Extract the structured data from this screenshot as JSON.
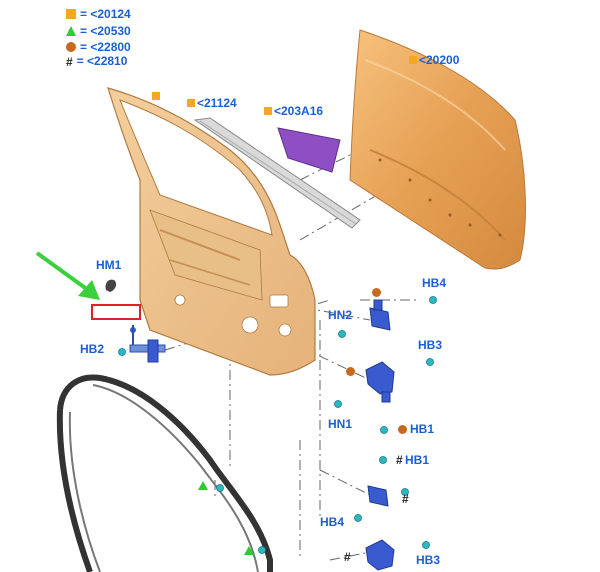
{
  "legend": [
    {
      "symbol": "square",
      "text": "= <20124",
      "color": "#f5a623"
    },
    {
      "symbol": "triangle",
      "text": "= <20530",
      "color": "#2ecc2e"
    },
    {
      "symbol": "circle",
      "text": "= <22800",
      "color": "#c8691e"
    },
    {
      "symbol": "hash",
      "text": "= <22810"
    }
  ],
  "labels": {
    "outer_panel": "<20200",
    "channel": "<21124",
    "pad": "<203A16",
    "hm1": "HM1",
    "hb2": "HB2",
    "hn2": "HN2",
    "hn1": "HN1",
    "hb4_top": "HB4",
    "hb3_top": "HB3",
    "hb1_a": "HB1",
    "hb1_b": "HB1",
    "hb4_bottom": "HB4",
    "hb3_bottom": "HB3"
  },
  "colors": {
    "label_blue": "#1a5fd6",
    "door_orange": "#e8a25a",
    "hinge_blue": "#3a5bd0",
    "pad_purple": "#8e4fc4",
    "arrow_green": "#3ad13a",
    "highlight_red": "#e0202a"
  },
  "icons": [
    "pointer-arrow-icon"
  ]
}
